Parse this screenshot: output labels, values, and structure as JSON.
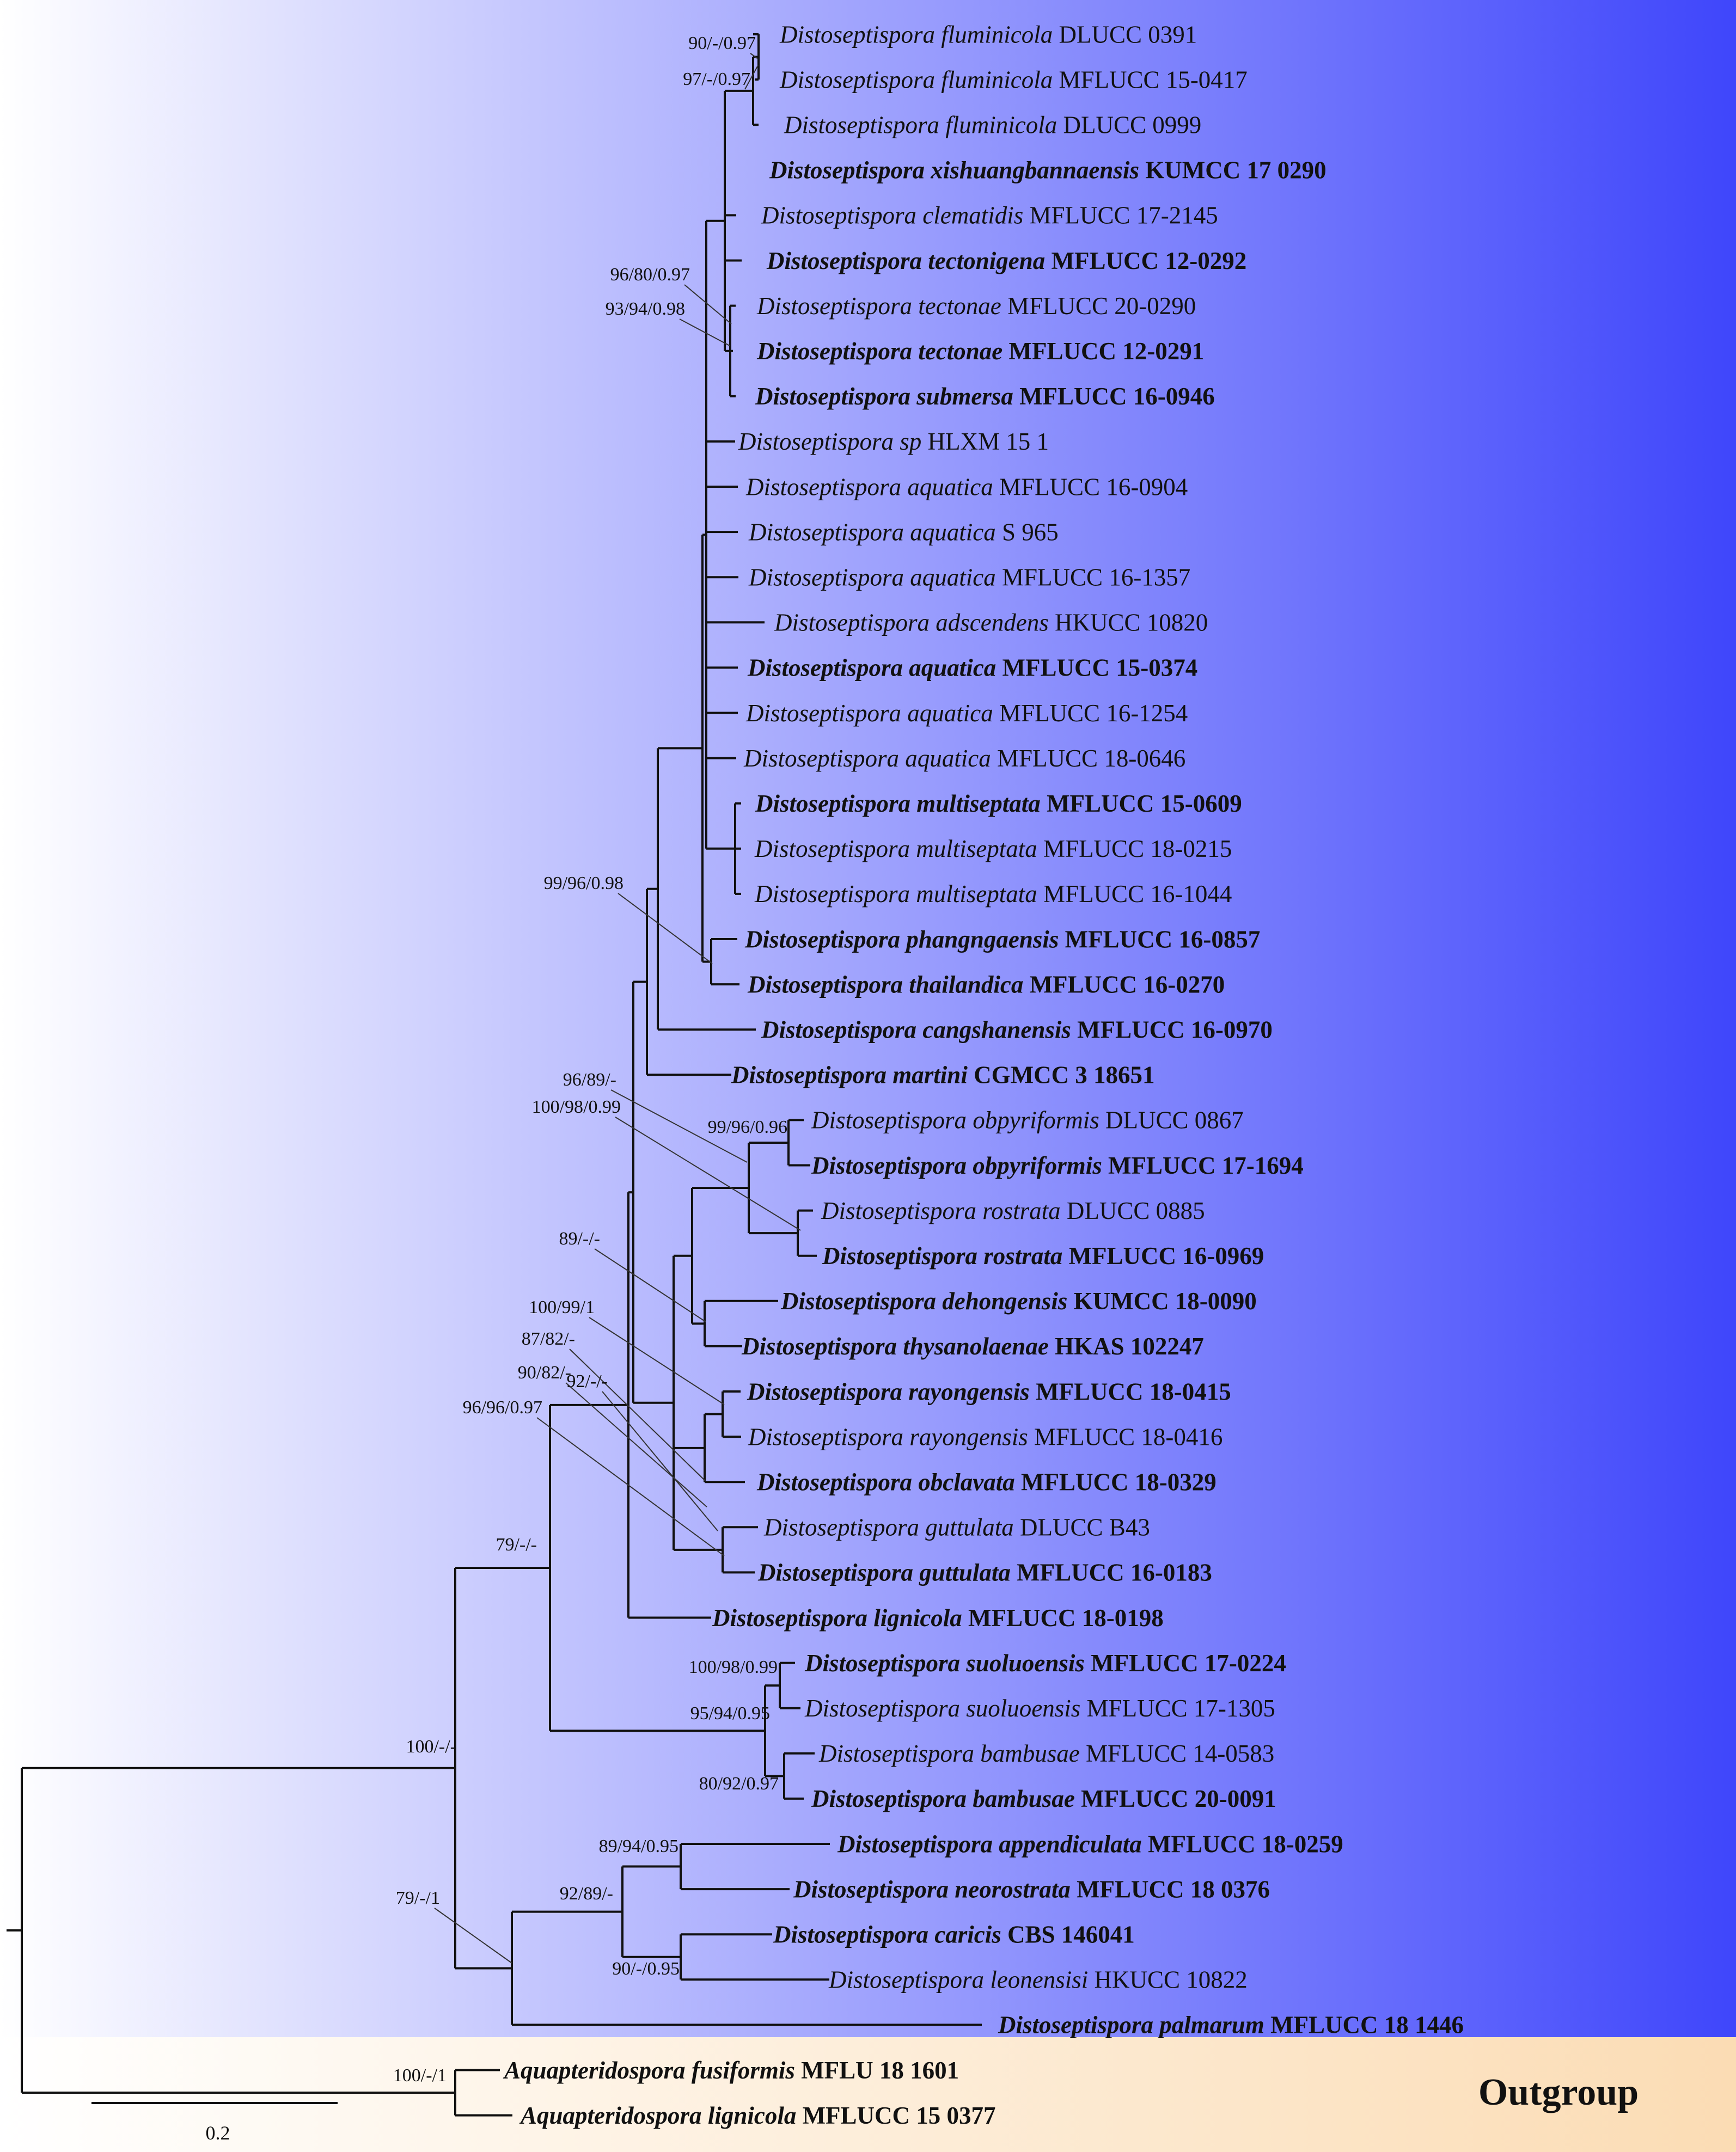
{
  "colors": {
    "ingroup_start": "#ffffff",
    "ingroup_end": "#3f46fb",
    "outgroup_start": "#ffffff",
    "outgroup_end": "#fbdcb4",
    "highlight_red": "#e0242d",
    "text": "#111111"
  },
  "scale": {
    "label": "0.2"
  },
  "outgroup_label": "Outgroup",
  "taxa": [
    {
      "genus": "Distoseptispora",
      "epithet": "fluminicola",
      "code": "DLUCC 0391",
      "bold": false,
      "red": false
    },
    {
      "genus": "Distoseptispora",
      "epithet": "fluminicola",
      "code": "MFLUCC 15-0417",
      "bold": false,
      "red": false
    },
    {
      "genus": "Distoseptispora",
      "epithet": "fluminicola",
      "code": "DLUCC 0999",
      "bold": false,
      "red": false
    },
    {
      "genus": "Distoseptispora",
      "epithet": "xishuangbannaensis",
      "code": "KUMCC 17 0290",
      "bold": true,
      "red": false
    },
    {
      "genus": "Distoseptispora",
      "epithet": "clematidis",
      "code": "MFLUCC 17-2145",
      "bold": false,
      "red": false
    },
    {
      "genus": "Distoseptispora",
      "epithet": "tectonigena",
      "code": "MFLUCC 12-0292",
      "bold": true,
      "red": false
    },
    {
      "genus": "Distoseptispora",
      "epithet": "tectonae",
      "code": "MFLUCC 20-0290",
      "bold": false,
      "red": true
    },
    {
      "genus": "Distoseptispora",
      "epithet": "tectonae",
      "code": "MFLUCC 12-0291",
      "bold": true,
      "red": false
    },
    {
      "genus": "Distoseptispora",
      "epithet": "submersa",
      "code": "MFLUCC 16-0946",
      "bold": true,
      "red": false
    },
    {
      "genus": "Distoseptispora",
      "epithet": "sp",
      "code": "HLXM 15 1",
      "bold": false,
      "red": false
    },
    {
      "genus": "Distoseptispora",
      "epithet": "aquatica",
      "code": "MFLUCC 16-0904",
      "bold": false,
      "red": false
    },
    {
      "genus": "Distoseptispora",
      "epithet": "aquatica",
      "code": "S 965",
      "bold": false,
      "red": false
    },
    {
      "genus": "Distoseptispora",
      "epithet": "aquatica",
      "code": "MFLUCC 16-1357",
      "bold": false,
      "red": false
    },
    {
      "genus": "Distoseptispora",
      "epithet": "adscendens",
      "code": "HKUCC 10820",
      "bold": false,
      "red": false
    },
    {
      "genus": "Distoseptispora",
      "epithet": "aquatica",
      "code": "MFLUCC 15-0374",
      "bold": true,
      "red": false
    },
    {
      "genus": "Distoseptispora",
      "epithet": "aquatica",
      "code": "MFLUCC 16-1254",
      "bold": false,
      "red": false
    },
    {
      "genus": "Distoseptispora",
      "epithet": "aquatica",
      "code": "MFLUCC 18-0646",
      "bold": false,
      "red": false
    },
    {
      "genus": "Distoseptispora",
      "epithet": "multiseptata",
      "code": "MFLUCC 15-0609",
      "bold": true,
      "red": false
    },
    {
      "genus": "Distoseptispora",
      "epithet": "multiseptata",
      "code": "MFLUCC 18-0215",
      "bold": false,
      "red": false
    },
    {
      "genus": "Distoseptispora",
      "epithet": "multiseptata",
      "code": "MFLUCC 16-1044",
      "bold": false,
      "red": false
    },
    {
      "genus": "Distoseptispora",
      "epithet": "phangngaensis",
      "code": "MFLUCC 16-0857",
      "bold": true,
      "red": false
    },
    {
      "genus": "Distoseptispora",
      "epithet": "thailandica",
      "code": "MFLUCC 16-0270",
      "bold": true,
      "red": false
    },
    {
      "genus": "Distoseptispora",
      "epithet": "cangshanensis",
      "code": "MFLUCC 16-0970",
      "bold": true,
      "red": false
    },
    {
      "genus": "Distoseptispora",
      "epithet": "martini",
      "code": "CGMCC 3 18651",
      "bold": true,
      "red": false
    },
    {
      "genus": "Distoseptispora",
      "epithet": "obpyriformis",
      "code": "DLUCC 0867",
      "bold": false,
      "red": false
    },
    {
      "genus": "Distoseptispora",
      "epithet": "obpyriformis",
      "code": "MFLUCC 17-1694",
      "bold": true,
      "red": false
    },
    {
      "genus": "Distoseptispora",
      "epithet": "rostrata",
      "code": "DLUCC 0885",
      "bold": false,
      "red": false
    },
    {
      "genus": "Distoseptispora",
      "epithet": "rostrata",
      "code": "MFLUCC 16-0969",
      "bold": true,
      "red": false
    },
    {
      "genus": "Distoseptispora",
      "epithet": "dehongensis",
      "code": "KUMCC 18-0090",
      "bold": true,
      "red": false
    },
    {
      "genus": "Distoseptispora",
      "epithet": "thysanolaenae",
      "code": "HKAS 102247",
      "bold": true,
      "red": false
    },
    {
      "genus": "Distoseptispora",
      "epithet": "rayongensis",
      "code": "MFLUCC 18-0415",
      "bold": true,
      "red": false
    },
    {
      "genus": "Distoseptispora",
      "epithet": "rayongensis",
      "code": "MFLUCC 18-0416",
      "bold": false,
      "red": false
    },
    {
      "genus": "Distoseptispora",
      "epithet": "obclavata",
      "code": "MFLUCC 18-0329",
      "bold": true,
      "red": false
    },
    {
      "genus": "Distoseptispora",
      "epithet": "guttulata",
      "code": "DLUCC B43",
      "bold": false,
      "red": false
    },
    {
      "genus": "Distoseptispora",
      "epithet": "guttulata",
      "code": "MFLUCC 16-0183",
      "bold": true,
      "red": false
    },
    {
      "genus": "Distoseptispora",
      "epithet": "lignicola",
      "code": "MFLUCC 18-0198",
      "bold": true,
      "red": false
    },
    {
      "genus": "Distoseptispora",
      "epithet": "suoluoensis",
      "code": "MFLUCC 17-0224",
      "bold": true,
      "red": false
    },
    {
      "genus": "Distoseptispora",
      "epithet": "suoluoensis",
      "code": "MFLUCC 17-1305",
      "bold": false,
      "red": false
    },
    {
      "genus": "Distoseptispora",
      "epithet": "bambusae",
      "code": "MFLUCC 14-0583",
      "bold": false,
      "red": true
    },
    {
      "genus": "Distoseptispora",
      "epithet": "bambusae",
      "code": "MFLUCC 20-0091",
      "bold": true,
      "red": true
    },
    {
      "genus": "Distoseptispora",
      "epithet": "appendiculata",
      "code": "MFLUCC 18-0259",
      "bold": true,
      "red": false
    },
    {
      "genus": "Distoseptispora",
      "epithet": "neorostrata",
      "code": "MFLUCC 18 0376",
      "bold": true,
      "red": false
    },
    {
      "genus": "Distoseptispora",
      "epithet": "caricis",
      "code": "CBS 146041",
      "bold": true,
      "red": false
    },
    {
      "genus": "Distoseptispora",
      "epithet": "leonensisi",
      "code": "HKUCC 10822",
      "bold": false,
      "red": false
    },
    {
      "genus": "Distoseptispora",
      "epithet": "palmarum",
      "code": "MFLUCC 18 1446",
      "bold": true,
      "red": false
    },
    {
      "genus": "Aquapteridospora",
      "epithet": "fusiformis",
      "code": "MFLU 18 1601",
      "bold": true,
      "red": false
    },
    {
      "genus": "Aquapteridospora",
      "epithet": "lignicola",
      "code": "MFLUCC 15 0377",
      "bold": true,
      "red": false
    }
  ],
  "supports": [
    "90/-/0.97",
    "97/-/0.97",
    "96/80/0.97",
    "93/94/0.98",
    "99/96/0.98",
    "96/89/-",
    "100/98/0.99",
    "99/96/0.96",
    "89/-/-",
    "100/99/1",
    "87/82/-",
    "90/82/-",
    "92/-/-",
    "96/96/0.97",
    "79/-/-",
    "100/98/0.99",
    "95/94/0.95",
    "80/92/0.97",
    "100/-/-",
    "89/94/0.95",
    "92/89/-",
    "79/-/1",
    "90/-/0.95",
    "100/-/1"
  ]
}
